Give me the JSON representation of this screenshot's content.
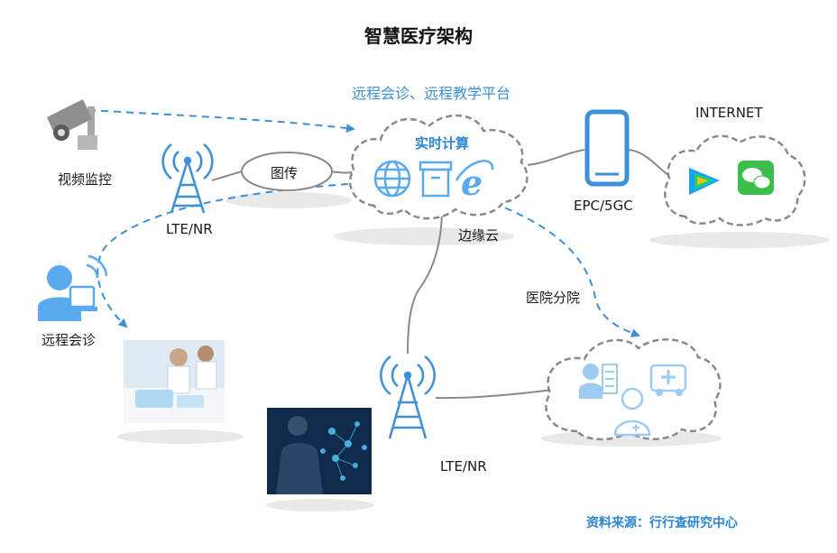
{
  "title": "智慧医疗架构",
  "platform_label": "远程会诊、远程教学平台",
  "cloud": {
    "compute_label": "实时计算",
    "edge_label": "边缘云"
  },
  "labels": {
    "video": "视频监控",
    "tower_top": "LTE/NR",
    "tower_bottom": "LTE/NR",
    "transmission": "图传",
    "remote_consult": "远程会诊",
    "epc": "EPC/5GC",
    "internet": "INTERNET",
    "branch": "医院分院"
  },
  "source": "资料来源：行行查研究中心",
  "colors": {
    "accent": "#3d8fd8",
    "cloud_stroke": "#8a8a8a",
    "icon_blue": "#5aaaf0",
    "icon_light": "#9ecbf2"
  }
}
